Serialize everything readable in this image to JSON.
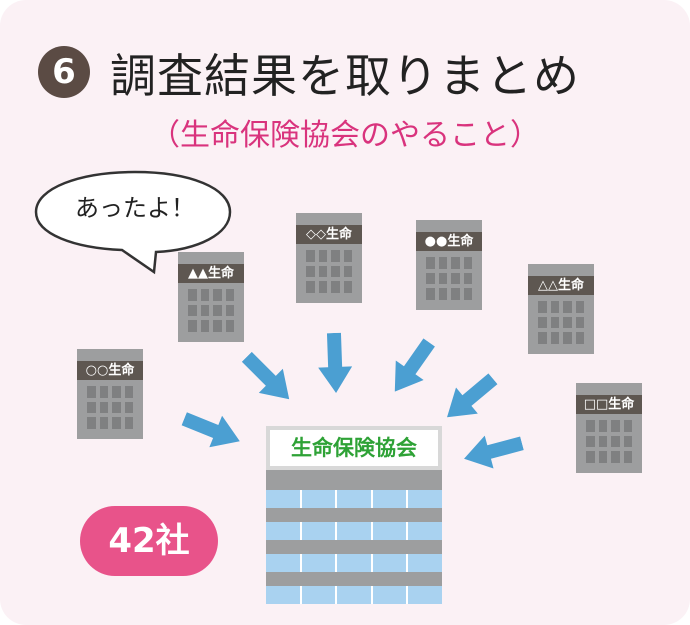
{
  "header": {
    "step_number": "6",
    "title": "調査結果を取りまとめ",
    "subtitle": "（生命保険協会のやること）"
  },
  "speech_bubble": {
    "text": "あったよ！"
  },
  "companies": [
    {
      "label": "○○生命"
    },
    {
      "label": "▲▲生命"
    },
    {
      "label": "◇◇生命"
    },
    {
      "label": "●●生命"
    },
    {
      "label": "△△生命"
    },
    {
      "label": "□□生命"
    }
  ],
  "association": {
    "label": "生命保険協会"
  },
  "count_badge": {
    "text": "42社"
  },
  "colors": {
    "background": "#fbf1f5",
    "accent_pink": "#e8538a",
    "subtitle_magenta": "#d9337d",
    "arrow_blue": "#4b9fd2",
    "association_green": "#2ea236",
    "building_gray": "#9d9e9f",
    "window_blue": "#a9d2f0"
  }
}
